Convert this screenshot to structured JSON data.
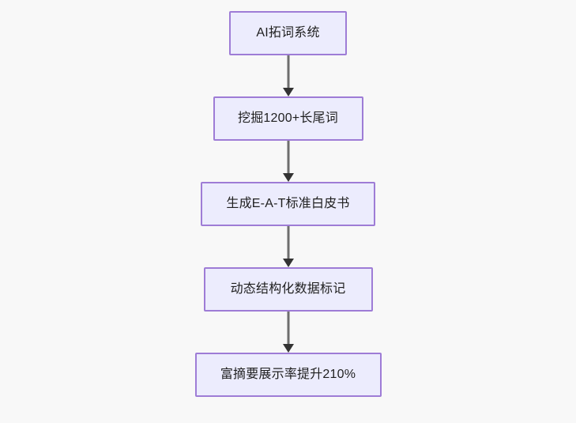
{
  "diagram": {
    "type": "flowchart",
    "orientation": "top-to-bottom",
    "background_color": "#f8f8f8",
    "node_fill_color": "#ececfd",
    "node_border_color": "#9e7cd6",
    "node_text_color": "#1f1f1f",
    "connector_line_color": "#6e6e6e",
    "connector_arrow_color": "#333333",
    "nodes": [
      {
        "id": "n0",
        "label": "AI拓词系统"
      },
      {
        "id": "n1",
        "label": "挖掘1200+长尾词"
      },
      {
        "id": "n2",
        "label": "生成E-A-T标准白皮书"
      },
      {
        "id": "n3",
        "label": "动态结构化数据标记"
      },
      {
        "id": "n4",
        "label": "富摘要展示率提升210%"
      }
    ],
    "edges": [
      {
        "from": "n0",
        "to": "n1",
        "arrow": "down-arrow"
      },
      {
        "from": "n1",
        "to": "n2",
        "arrow": "down-arrow"
      },
      {
        "from": "n2",
        "to": "n3",
        "arrow": "down-arrow"
      },
      {
        "from": "n3",
        "to": "n4",
        "arrow": "down-arrow"
      }
    ]
  }
}
